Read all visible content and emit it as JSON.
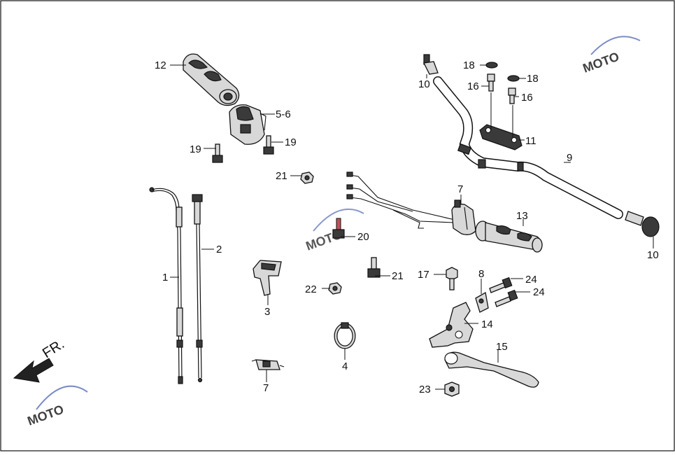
{
  "diagram": {
    "direction_label": "FR.",
    "watermark_text": "MOTO",
    "parts": [
      {
        "id": "cable-1",
        "label": "1"
      },
      {
        "id": "cable-2",
        "label": "2"
      },
      {
        "id": "bracket-3",
        "label": "3"
      },
      {
        "id": "clamp-4",
        "label": "4"
      },
      {
        "id": "switch-5-6",
        "label": "5-6"
      },
      {
        "id": "switch-7-top",
        "label": "7"
      },
      {
        "id": "connector-7-bottom",
        "label": "7"
      },
      {
        "id": "holder-8",
        "label": "8"
      },
      {
        "id": "handlebar-9",
        "label": "9"
      },
      {
        "id": "end-10-top",
        "label": "10"
      },
      {
        "id": "end-10-right",
        "label": "10"
      },
      {
        "id": "clamp-11",
        "label": "11"
      },
      {
        "id": "grip-12",
        "label": "12"
      },
      {
        "id": "grip-13",
        "label": "13"
      },
      {
        "id": "lever-bracket-14",
        "label": "14"
      },
      {
        "id": "lever-15",
        "label": "15"
      },
      {
        "id": "bolt-16-left",
        "label": "16"
      },
      {
        "id": "bolt-16-right",
        "label": "16"
      },
      {
        "id": "bolt-17",
        "label": "17"
      },
      {
        "id": "cap-18-left",
        "label": "18"
      },
      {
        "id": "cap-18-right",
        "label": "18"
      },
      {
        "id": "screw-19-left",
        "label": "19"
      },
      {
        "id": "screw-19-right",
        "label": "19"
      },
      {
        "id": "bolt-20",
        "label": "20"
      },
      {
        "id": "nut-21-top",
        "label": "21"
      },
      {
        "id": "bolt-21-mid",
        "label": "21"
      },
      {
        "id": "nut-22",
        "label": "22"
      },
      {
        "id": "nut-23",
        "label": "23"
      },
      {
        "id": "bolt-24-top",
        "label": "24"
      },
      {
        "id": "bolt-24-bottom",
        "label": "24"
      }
    ]
  }
}
